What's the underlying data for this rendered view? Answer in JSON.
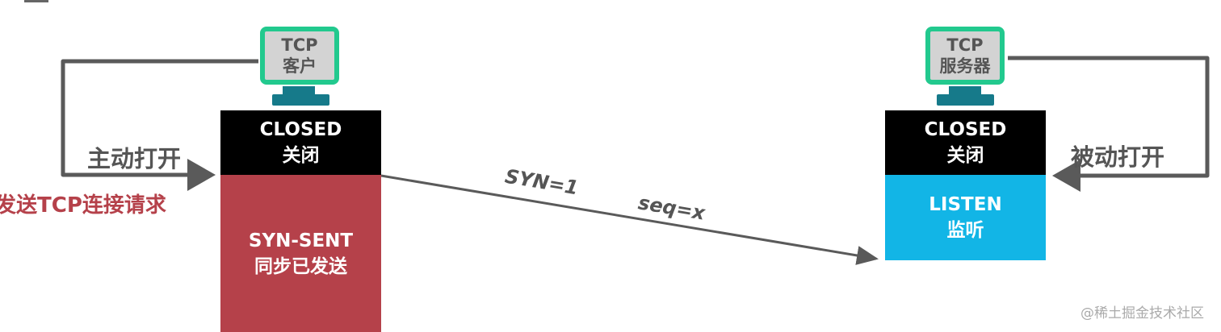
{
  "client": {
    "device_line1": "TCP",
    "device_line2": "客户",
    "state1_en": "CLOSED",
    "state1_zh": "关闭",
    "state2_en": "SYN-SENT",
    "state2_zh": "同步已发送",
    "open_label": "主动打开",
    "action_label": "发送TCP连接请求"
  },
  "server": {
    "device_line1": "TCP",
    "device_line2": "服务器",
    "state1_en": "CLOSED",
    "state1_zh": "关闭",
    "state2_en": "LISTEN",
    "state2_zh": "监听",
    "open_label": "被动打开"
  },
  "message": {
    "flag": "SYN=1",
    "seq": "seq=x"
  },
  "watermark": "@稀土掘金技术社区",
  "colors": {
    "monitor_border": "#22c98e",
    "monitor_stand": "#167a8a",
    "closed": "#000000",
    "syn_sent": "#b5414a",
    "listen": "#12b5e6",
    "arrow": "#5a5a5a",
    "action_text": "#b5414a"
  }
}
